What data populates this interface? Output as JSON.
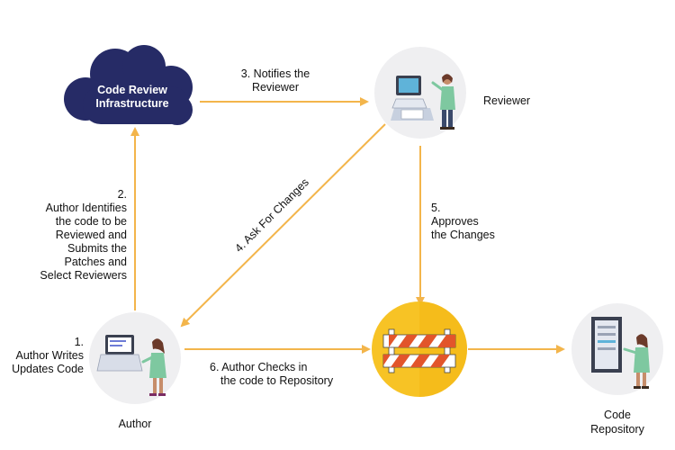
{
  "colors": {
    "arrow": "#f3b54b",
    "cloud": "#262b66",
    "circle": "#efeff1",
    "barrier_bg": "#f7c325",
    "text": "#111111"
  },
  "nodes": {
    "infrastructure": {
      "line1": "Code Review",
      "line2": "Infrastructure",
      "icon": "cloud"
    },
    "reviewer": {
      "label": "Reviewer",
      "icon": "person-at-computer"
    },
    "author": {
      "label": "Author",
      "icon": "person-with-laptop"
    },
    "gate": {
      "icon": "barrier-icon"
    },
    "repository": {
      "line1": "Code",
      "line2": "Repository",
      "icon": "server-rack"
    }
  },
  "steps": {
    "s1": {
      "num": "1.",
      "line1": "Author Writes",
      "line2": "Updates Code"
    },
    "s2": {
      "num": "2.",
      "lines": [
        "Author Identifies",
        "the code to be",
        "Reviewed and",
        "Submits the",
        "Patches and",
        "Select Reviewers"
      ]
    },
    "s3": {
      "line1": "3. Notifies the",
      "line2": "Reviewer"
    },
    "s4": {
      "text": "4. Ask For Changes"
    },
    "s5": {
      "num": "5.",
      "line1": "Approves",
      "line2": "the Changes"
    },
    "s6": {
      "line1": "6. Author Checks in",
      "line2": "the code to Repository"
    }
  }
}
